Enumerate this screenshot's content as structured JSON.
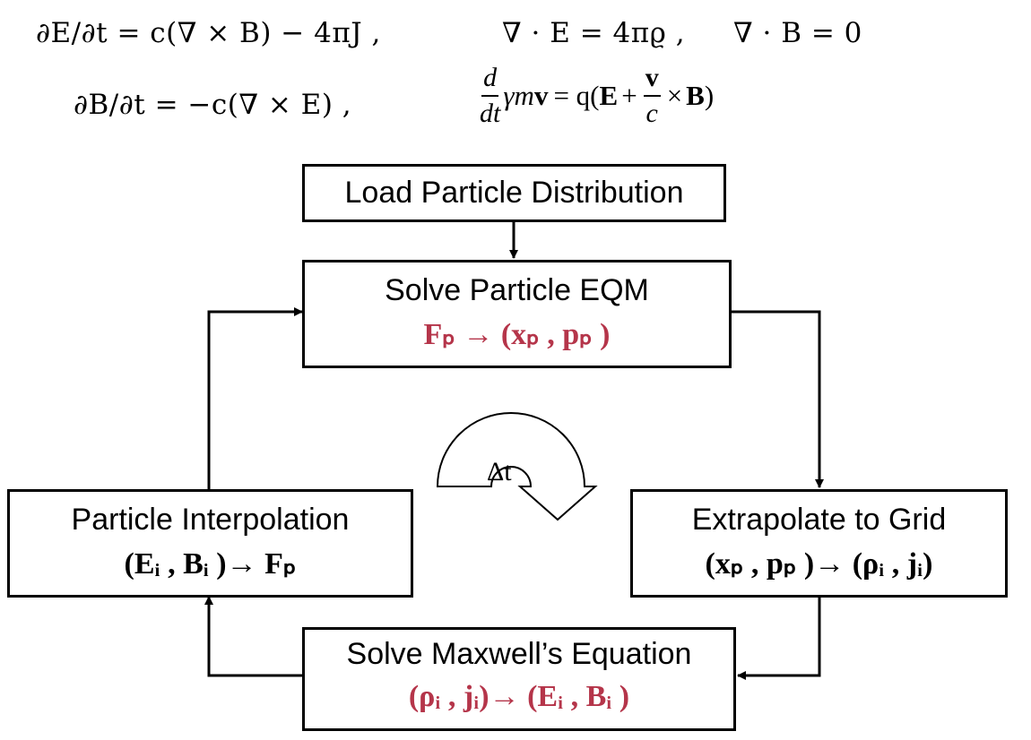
{
  "equations": {
    "ampere": "∂E/∂t = c(∇ × B) − 4πJ ,",
    "gauss": "∇ · E = 4πϱ ,",
    "no_monopole": "∇ · B = 0",
    "faraday": "∂B/∂t = −c(∇ × E) ,",
    "lorentz_lhs": "γm",
    "lorentz_rhs_prefix": "= q(",
    "lorentz_rhs_suffix": "×",
    "lorentz_close": ")",
    "d": "d",
    "dt": "dt",
    "v": "v",
    "c": "c",
    "E": "E",
    "B": "B"
  },
  "boxes": {
    "load": {
      "title": "Load Particle Distribution"
    },
    "solve_eqm": {
      "title": "Solve Particle EQM",
      "formula": "Fₚ → (xₚ , pₚ )"
    },
    "extrapolate": {
      "title": "Extrapolate to Grid",
      "formula": "(xₚ , pₚ )→ (ρᵢ , jᵢ)"
    },
    "maxwell": {
      "title": "Solve Maxwell’s Equation",
      "formula": "(ρᵢ , jᵢ)→ (Eᵢ , Bᵢ )"
    },
    "interpolation": {
      "title": "Particle Interpolation",
      "formula": "(Eᵢ , Bᵢ )→ Fₚ"
    }
  },
  "cycle_label": "Δt",
  "colors": {
    "accent": "#b5354a",
    "line": "#000000"
  }
}
